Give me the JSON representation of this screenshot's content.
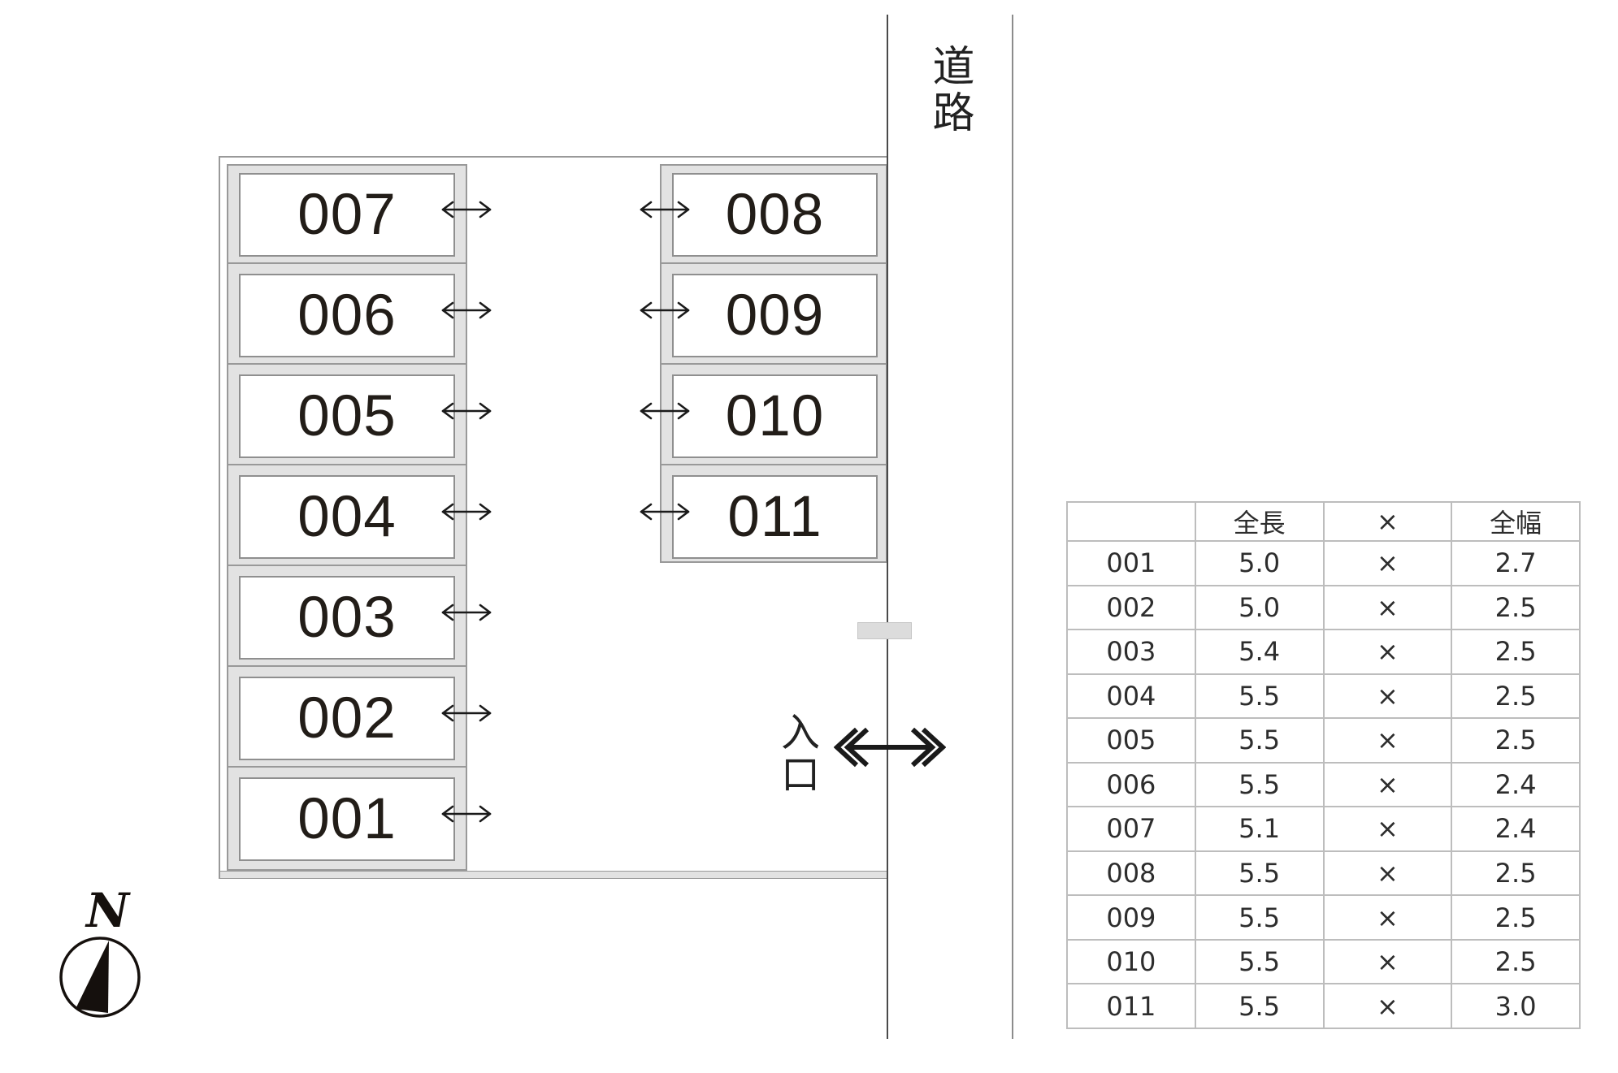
{
  "plan": {
    "road_label": "道路",
    "entrance_label": "入口",
    "compass_label": "N",
    "left_spaces": [
      "007",
      "006",
      "005",
      "004",
      "003",
      "002",
      "001"
    ],
    "right_spaces": [
      "008",
      "009",
      "010",
      "011"
    ]
  },
  "table": {
    "headers": [
      "",
      "全長",
      "×",
      "全幅"
    ],
    "rows": [
      {
        "id": "001",
        "length": "5.0",
        "times": "×",
        "width": "2.7"
      },
      {
        "id": "002",
        "length": "5.0",
        "times": "×",
        "width": "2.5"
      },
      {
        "id": "003",
        "length": "5.4",
        "times": "×",
        "width": "2.5"
      },
      {
        "id": "004",
        "length": "5.5",
        "times": "×",
        "width": "2.5"
      },
      {
        "id": "005",
        "length": "5.5",
        "times": "×",
        "width": "2.5"
      },
      {
        "id": "006",
        "length": "5.5",
        "times": "×",
        "width": "2.4"
      },
      {
        "id": "007",
        "length": "5.1",
        "times": "×",
        "width": "2.4"
      },
      {
        "id": "008",
        "length": "5.5",
        "times": "×",
        "width": "2.5"
      },
      {
        "id": "009",
        "length": "5.5",
        "times": "×",
        "width": "2.5"
      },
      {
        "id": "010",
        "length": "5.5",
        "times": "×",
        "width": "2.5"
      },
      {
        "id": "011",
        "length": "5.5",
        "times": "×",
        "width": "3.0"
      }
    ]
  },
  "colors": {
    "band_fill": "#e2e2e2",
    "band_border": "#999999",
    "box_border": "#8f8f8f",
    "road_line_dark": "#4a4a4a",
    "road_line_gray": "#8c8c8c",
    "table_border": "#bdbdbd",
    "ink": "#221d18"
  }
}
